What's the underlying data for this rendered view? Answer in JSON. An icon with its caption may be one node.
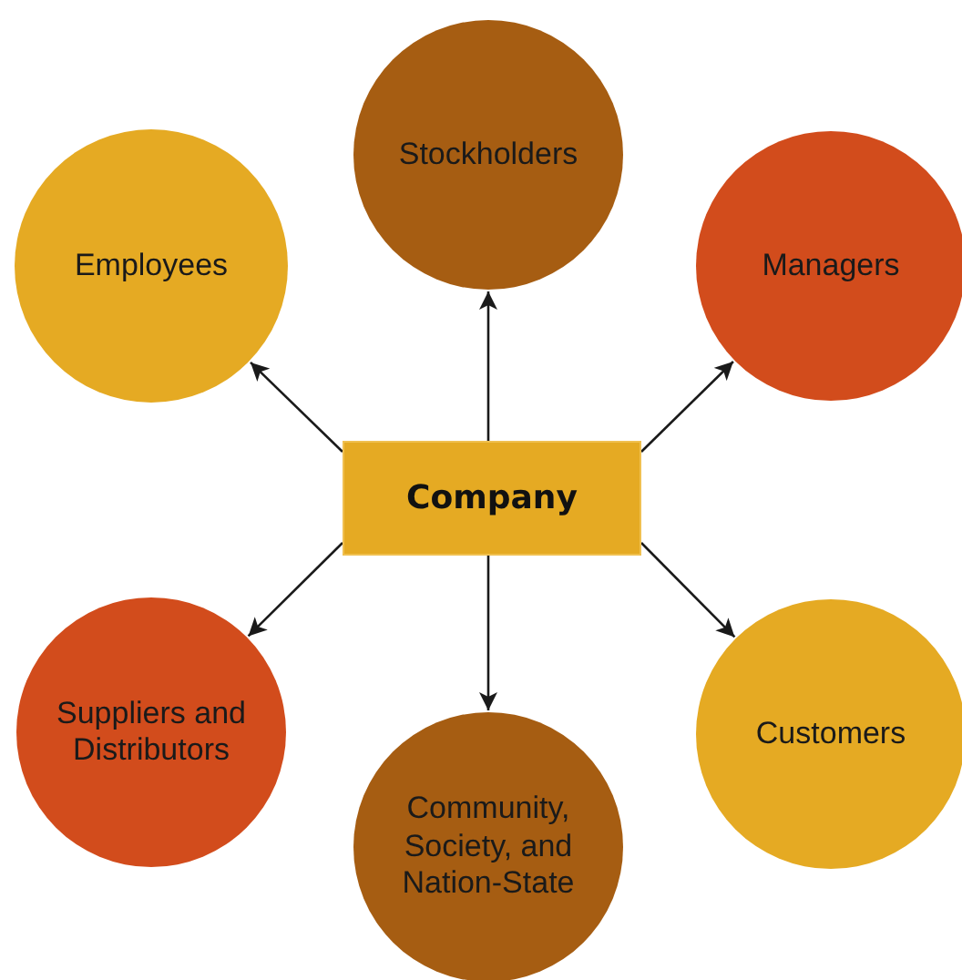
{
  "diagram": {
    "nodes": [
      {
        "text": [
          "Stockholders"
        ]
      },
      {
        "text": [
          "Employees"
        ]
      },
      {
        "text": [
          "Managers"
        ]
      },
      {
        "text": [
          "Company"
        ]
      },
      {
        "text": [
          "Suppliers and Distributors"
        ]
      },
      {
        "text": [
          "Customers"
        ]
      },
      {
        "text": [
          "Community, Society, and Nation-State"
        ]
      }
    ],
    "edges": [
      {
        "from": 3,
        "to": 0,
        "arrow": "to"
      },
      {
        "from": 3,
        "to": 1,
        "arrow": "to"
      },
      {
        "from": 3,
        "to": 2,
        "arrow": "to"
      },
      {
        "from": 3,
        "to": 4,
        "arrow": "to"
      },
      {
        "from": 3,
        "to": 5,
        "arrow": "to"
      },
      {
        "from": 3,
        "to": 6,
        "arrow": "to"
      }
    ]
  }
}
